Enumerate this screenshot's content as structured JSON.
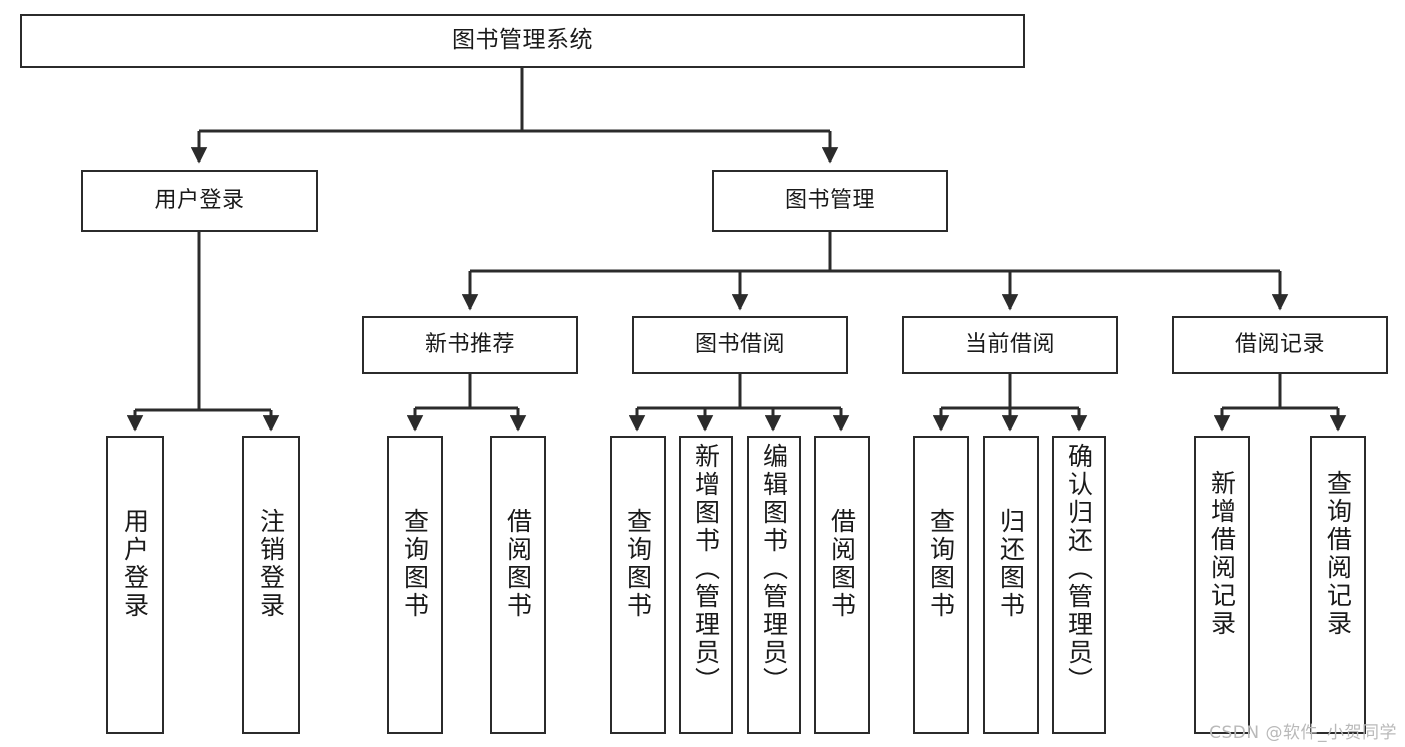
{
  "diagram": {
    "title": "图书管理系统",
    "type": "tree-hierarchy-diagram",
    "watermark": "CSDN @软件_小贺同学",
    "colors": {
      "box_border": "#2b2b2b",
      "box_fill": "#ffffff",
      "edge": "#2b2b2b",
      "text": "#1a1a1a",
      "watermark": "#b9b9b9",
      "background": "#ffffff"
    },
    "levels": {
      "root": {
        "label": "图书管理系统"
      },
      "level2": [
        {
          "id": "user-login",
          "label": "用户登录"
        },
        {
          "id": "book-manage",
          "label": "图书管理"
        }
      ],
      "level3": [
        {
          "id": "new-book-rec",
          "label": "新书推荐"
        },
        {
          "id": "book-borrow",
          "label": "图书借阅"
        },
        {
          "id": "current-borrow",
          "label": "当前借阅"
        },
        {
          "id": "borrow-record",
          "label": "借阅记录"
        }
      ],
      "leaves": {
        "user-login": [
          {
            "id": "leaf-user-login",
            "label": "用户登录"
          },
          {
            "id": "leaf-logout",
            "label": "注销登录"
          }
        ],
        "new-book-rec": [
          {
            "id": "leaf-query-book-1",
            "label": "查询图书"
          },
          {
            "id": "leaf-borrow-book-1",
            "label": "借阅图书"
          }
        ],
        "book-borrow": [
          {
            "id": "leaf-query-book-2",
            "label": "查询图书"
          },
          {
            "id": "leaf-add-book",
            "label": "新增图书（管理员）"
          },
          {
            "id": "leaf-edit-book",
            "label": "编辑图书（管理员）"
          },
          {
            "id": "leaf-borrow-book-2",
            "label": "借阅图书"
          }
        ],
        "current-borrow": [
          {
            "id": "leaf-query-book-3",
            "label": "查询图书"
          },
          {
            "id": "leaf-return-book",
            "label": "归还图书"
          },
          {
            "id": "leaf-confirm-return",
            "label": "确认归还（管理员）"
          }
        ],
        "borrow-record": [
          {
            "id": "leaf-add-record",
            "label": "新增借阅记录"
          },
          {
            "id": "leaf-query-record",
            "label": "查询借阅记录"
          }
        ]
      }
    }
  }
}
